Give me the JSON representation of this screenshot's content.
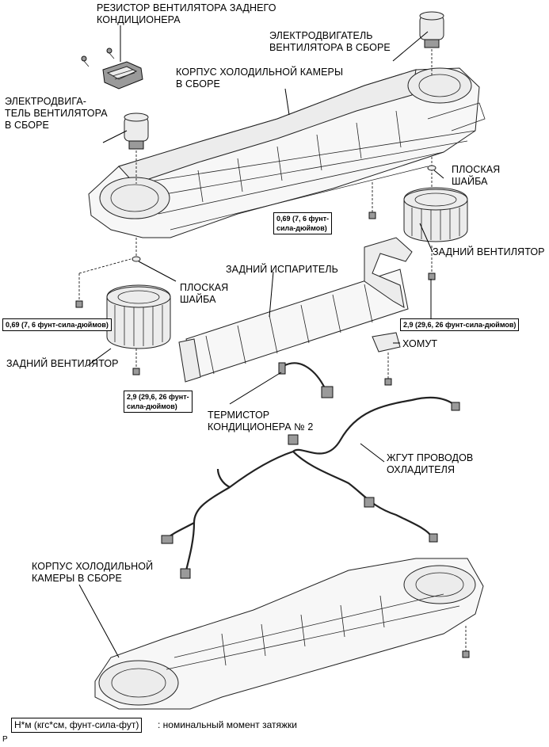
{
  "labels": {
    "rear_resistor": "РЕЗИСТОР ВЕНТИЛЯТОРА ЗАДНЕГО\nКОНДИЦИОНЕРА",
    "motor_right": "ЭЛЕКТРОДВИГАТЕЛЬ\nВЕНТИЛЯТОРА В СБОРЕ",
    "cooler_case_top": "КОРПУС ХОЛОДИЛЬНОЙ КАМЕРЫ\nВ СБОРЕ",
    "motor_left": "ЭЛЕКТРОДВИГА-\nТЕЛЬ ВЕНТИЛЯТОРА\nВ СБОРЕ",
    "washer_right": "ПЛОСКАЯ\nШАЙБА",
    "rear_fan_right": "ЗАДНИЙ ВЕНТИЛЯТОР",
    "rear_evaporator": "ЗАДНИЙ ИСПАРИТЕЛЬ",
    "washer_left": "ПЛОСКАЯ\nШАЙБА",
    "rear_fan_left": "ЗАДНИЙ ВЕНТИЛЯТОР",
    "clamp": "ХОМУТ",
    "thermistor": "ТЕРМИСТОР\nКОНДИЦИОНЕРА № 2",
    "cooler_harness": "ЖГУТ ПРОВОДОВ\nОХЛАДИТЕЛЯ",
    "cooler_case_bottom": "КОРПУС ХОЛОДИЛЬНОЙ\nКАМЕРЫ В СБОРЕ"
  },
  "torque": {
    "center": "0,69 (7, 6 фунт-\nсила-дюймов)",
    "left": "0,69 (7, 6 фунт-сила-дюймов)",
    "right": "2,9 (29,6, 26 фунт-сила-дюймов)",
    "bottom": "2,9 (29,6, 26 фунт-\nсила-дюймов)"
  },
  "legend": {
    "unit": "Н*м (кгс*см, фунт-сила-фут)",
    "text": ": номинальный момент затяжки"
  },
  "corner_mark": "P"
}
